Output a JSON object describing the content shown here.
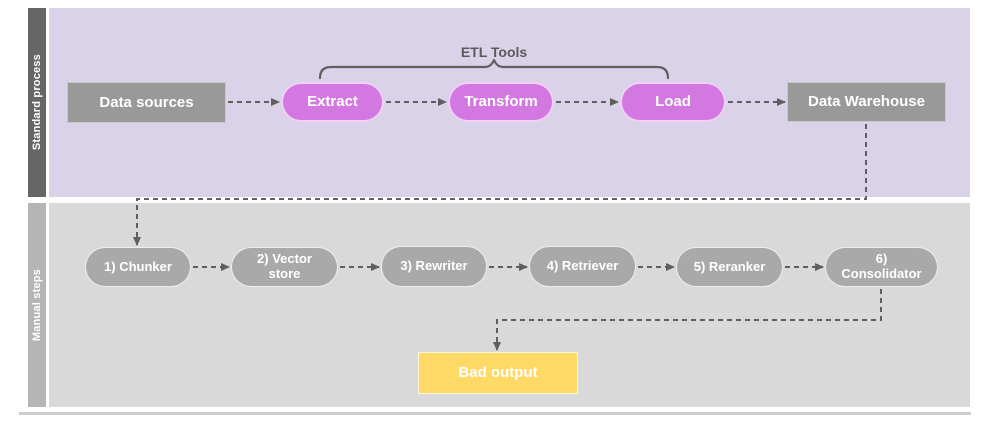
{
  "diagram": {
    "lanes": [
      {
        "label": "Standard process"
      },
      {
        "label": "Manual steps"
      }
    ],
    "annotation": {
      "etl_tools_label": "ETL Tools"
    },
    "standard_nodes": {
      "data_sources": "Data sources",
      "extract": "Extract",
      "transform": "Transform",
      "load": "Load",
      "data_warehouse": "Data Warehouse"
    },
    "manual_nodes": {
      "chunker": "1) Chunker",
      "vector_store": "2) Vector store",
      "rewriter": "3) Rewriter",
      "retriever": "4) Retriever",
      "reranker": "5) Reranker",
      "consolidator": "6) Consolidator"
    },
    "output_node": {
      "bad_output": "Bad output"
    }
  },
  "colors": {
    "lane_standard_bg": "#d9d2e9",
    "lane_standard_header": "#666666",
    "lane_manual_bg": "#d9d9d9",
    "lane_manual_header": "#b5b5b5",
    "node_gray": "#999999",
    "pill_magenta": "#d378e0",
    "pill_gray": "#a9a9a9",
    "output_yellow": "#ffd966",
    "connector": "#5f5f5f",
    "label_text": "#ffffff",
    "annotation_text": "#5a5a5a"
  }
}
